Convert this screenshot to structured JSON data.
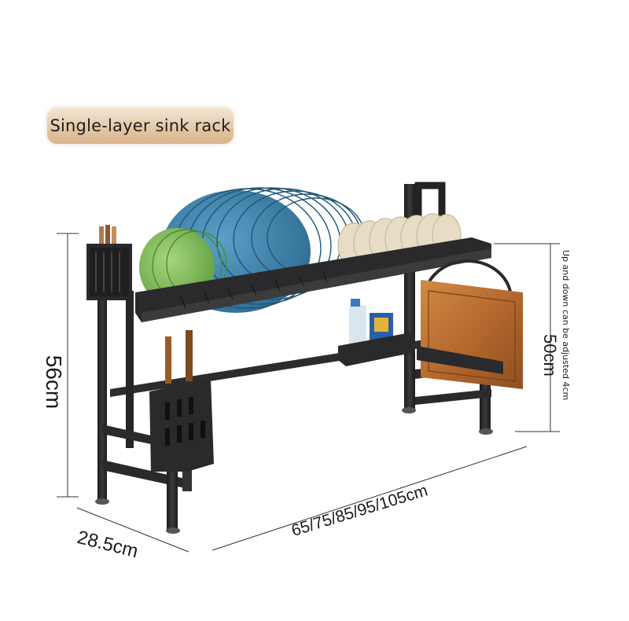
{
  "title": "Single-layer sink rack",
  "dimensions": {
    "height": "56cm",
    "depth": "28.5cm",
    "width_options": "65/75/85/95/105cm",
    "upper_height": "50cm",
    "adjust_note": "Up and down can be adjusted 4cm"
  },
  "colors": {
    "badge_gold": "#e3c6a4",
    "rack_black": "#2a2a2c",
    "plate_blue": "#3e7fa6",
    "plate_green": "#7fbf5a",
    "board_wood": "#b9733a"
  }
}
